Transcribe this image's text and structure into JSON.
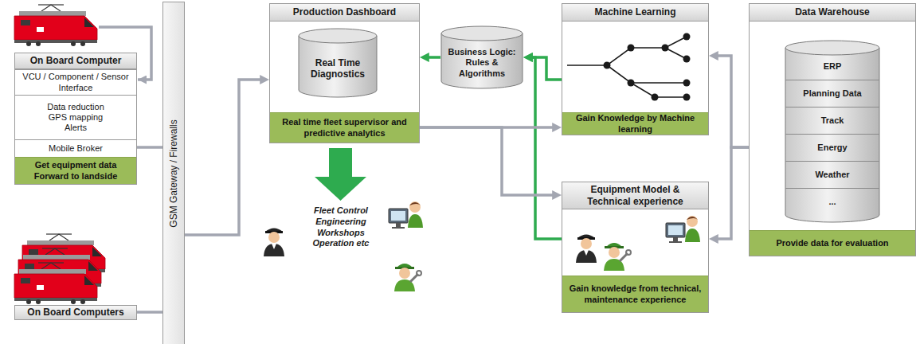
{
  "diagram": {
    "nodes": [
      {
        "text": [
          "On Board Computer"
        ]
      },
      {
        "text": [
          "VCU / Component / Sensor Interface"
        ],
        "in": 0
      },
      {
        "text": [
          "Data reduction GPS mapping Alerts"
        ],
        "in": 0
      },
      {
        "text": [
          "Mobile Broker"
        ],
        "in": 0
      },
      {
        "text": [
          "Get equipment data Forward to landside"
        ],
        "in": 0
      },
      {
        "text": [
          "On Board Computers"
        ]
      },
      {
        "text": [
          "GSM Gateway / Firewalls"
        ]
      },
      {
        "text": [
          "Production Dashboard"
        ]
      },
      {
        "text": [
          "Real Time Diagnostics"
        ],
        "in": 7
      },
      {
        "text": [
          "Real time fleet supervisor and predictive analytics"
        ],
        "in": 7
      },
      {
        "text": [
          "Business Logic: Rules & Algorithms"
        ]
      },
      {
        "text": [
          "Machine Learning"
        ]
      },
      {
        "text": [
          "Gain Knowledge by Machine learning"
        ],
        "in": 11
      },
      {
        "text": [
          "Equipment Model & Technical experience"
        ]
      },
      {
        "text": [
          "Gain knowledge from technical, maintenance experience"
        ],
        "in": 13
      },
      {
        "text": [
          "Data Warehouse"
        ]
      },
      {
        "text": [
          "ERP"
        ],
        "in": 15
      },
      {
        "text": [
          "Planning Data"
        ],
        "in": 15
      },
      {
        "text": [
          "Track"
        ],
        "in": 15
      },
      {
        "text": [
          "Energy"
        ],
        "in": 15
      },
      {
        "text": [
          "Weather"
        ],
        "in": 15
      },
      {
        "text": [
          "..."
        ],
        "in": 15
      },
      {
        "text": [
          "Provide data for evaluation"
        ],
        "in": 15
      }
    ],
    "edges": [
      {
        "from": 3,
        "to": 6,
        "arrow": "none"
      },
      {
        "from": 5,
        "to": 6,
        "arrow": "none"
      },
      {
        "from": 6,
        "to": 7,
        "arrow": "to"
      },
      {
        "from": 10,
        "to": 7,
        "arrow": "to"
      },
      {
        "from": 11,
        "to": 10,
        "arrow": "to"
      },
      {
        "from": 13,
        "to": 10,
        "arrow": "to"
      },
      {
        "from": 7,
        "to": 11,
        "arrow": "to"
      },
      {
        "from": 7,
        "to": 13,
        "arrow": "to"
      },
      {
        "from": 15,
        "to": 11,
        "arrow": "to"
      },
      {
        "from": 15,
        "to": 13,
        "arrow": "to"
      }
    ],
    "labels": [
      "Fleet Control Engineering Workshops Operation etc"
    ]
  }
}
